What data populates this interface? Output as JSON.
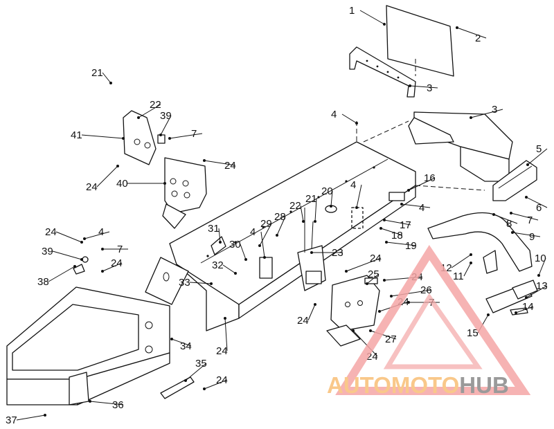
{
  "diagram": {
    "callouts": [
      {
        "label": "1"
      },
      {
        "label": "2"
      },
      {
        "label": "3"
      },
      {
        "label": "3"
      },
      {
        "label": "4"
      },
      {
        "label": "4"
      },
      {
        "label": "4"
      },
      {
        "label": "4"
      },
      {
        "label": "4"
      },
      {
        "label": "5"
      },
      {
        "label": "6"
      },
      {
        "label": "7"
      },
      {
        "label": "7"
      },
      {
        "label": "7"
      },
      {
        "label": "7"
      },
      {
        "label": "8"
      },
      {
        "label": "9"
      },
      {
        "label": "10"
      },
      {
        "label": "11"
      },
      {
        "label": "12"
      },
      {
        "label": "13"
      },
      {
        "label": "14"
      },
      {
        "label": "15"
      },
      {
        "label": "16"
      },
      {
        "label": "17"
      },
      {
        "label": "18"
      },
      {
        "label": "19"
      },
      {
        "label": "20"
      },
      {
        "label": "21"
      },
      {
        "label": "21"
      },
      {
        "label": "22"
      },
      {
        "label": "22"
      },
      {
        "label": "23"
      },
      {
        "label": "24"
      },
      {
        "label": "24"
      },
      {
        "label": "24"
      },
      {
        "label": "24"
      },
      {
        "label": "24"
      },
      {
        "label": "24"
      },
      {
        "label": "24"
      },
      {
        "label": "24"
      },
      {
        "label": "24"
      },
      {
        "label": "24"
      },
      {
        "label": "24"
      },
      {
        "label": "25"
      },
      {
        "label": "26"
      },
      {
        "label": "27"
      },
      {
        "label": "28"
      },
      {
        "label": "29"
      },
      {
        "label": "30"
      },
      {
        "label": "31"
      },
      {
        "label": "32"
      },
      {
        "label": "33"
      },
      {
        "label": "34"
      },
      {
        "label": "35"
      },
      {
        "label": "36"
      },
      {
        "label": "37"
      },
      {
        "label": "38"
      },
      {
        "label": "39"
      },
      {
        "label": "39"
      },
      {
        "label": "40"
      },
      {
        "label": "41"
      }
    ]
  },
  "watermark": {
    "part1": "AUTOMOTO",
    "part2": "HUB",
    "color_primary": "#f4a6a6",
    "color_accent": "#f9c88a",
    "color_dark": "#9a9a9a"
  }
}
